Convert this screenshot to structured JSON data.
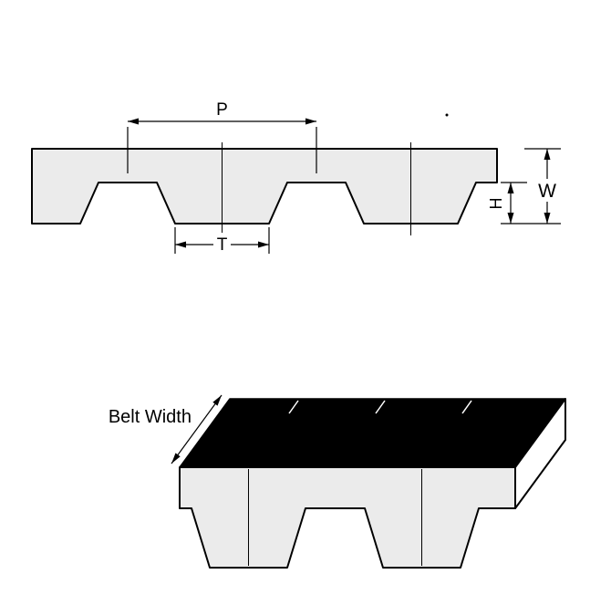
{
  "cross_section": {
    "pitch_label": "P",
    "tooth_width_label": "T",
    "tooth_height_label": "H",
    "thickness_label": "W"
  },
  "isometric": {
    "belt_width_label": "Belt Width"
  },
  "colors": {
    "outline": "#000000",
    "belt_fill": "#ebebeb",
    "top_surface": "#000000",
    "end_face": "#ffffff",
    "label_background": "#ffffff",
    "seam": "#ffffff"
  }
}
